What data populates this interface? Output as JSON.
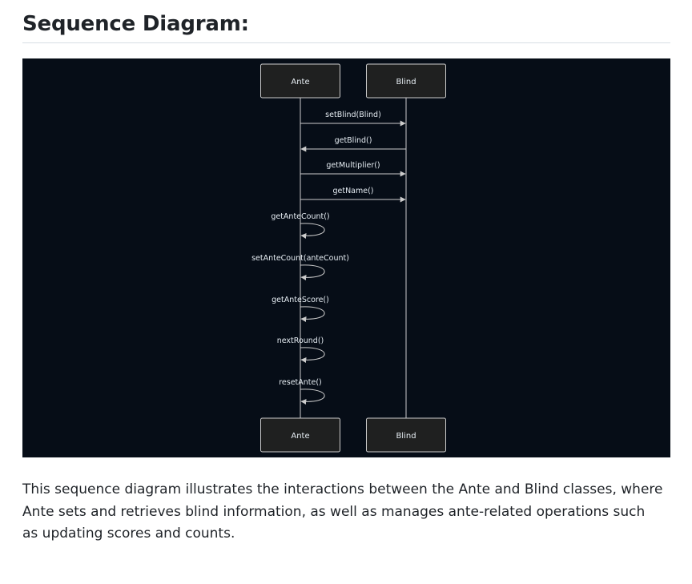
{
  "section": {
    "heading": "Sequence Diagram:"
  },
  "diagram": {
    "participants": [
      "Ante",
      "Blind"
    ],
    "messages": [
      {
        "from": "Ante",
        "to": "Blind",
        "label": "setBlind(Blind)"
      },
      {
        "from": "Blind",
        "to": "Ante",
        "label": "getBlind()"
      },
      {
        "from": "Ante",
        "to": "Blind",
        "label": "getMultiplier()"
      },
      {
        "from": "Ante",
        "to": "Blind",
        "label": "getName()"
      },
      {
        "from": "Ante",
        "to": "Ante",
        "label": "getAnteCount()"
      },
      {
        "from": "Ante",
        "to": "Ante",
        "label": "setAnteCount(anteCount)"
      },
      {
        "from": "Ante",
        "to": "Ante",
        "label": "getAnteScore()"
      },
      {
        "from": "Ante",
        "to": "Ante",
        "label": "nextRound()"
      },
      {
        "from": "Ante",
        "to": "Ante",
        "label": "resetAnte()"
      }
    ],
    "colors": {
      "background": "#060d17",
      "participant_fill": "#1f2020",
      "participant_stroke": "#cccccc",
      "line": "#cccccc",
      "text": "#e6edf3"
    }
  },
  "description": "This sequence diagram illustrates the interactions between the Ante and Blind classes, where Ante sets and retrieves blind information, as well as manages ante-related operations such as updating scores and counts."
}
